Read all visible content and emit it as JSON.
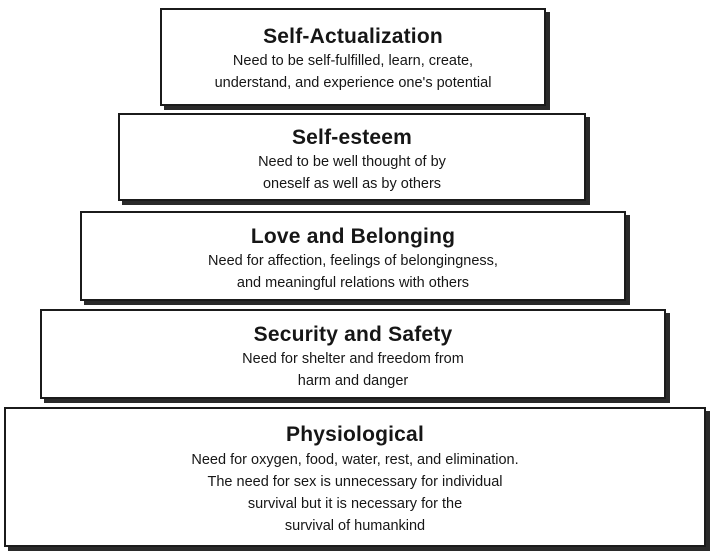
{
  "pyramid": {
    "tiers": [
      {
        "title": "Self-Actualization",
        "description": "Need to be self-fulfilled, learn, create,\nunderstand, and experience one's potential"
      },
      {
        "title": "Self-esteem",
        "description": "Need to be well thought of by\noneself as well as by others"
      },
      {
        "title": "Love and Belonging",
        "description": "Need for affection, feelings of belongingness,\nand meaningful relations with others"
      },
      {
        "title": "Security and Safety",
        "description": "Need for shelter and freedom from\nharm and danger"
      },
      {
        "title": "Physiological",
        "description": "Need for oxygen, food, water, rest, and elimination.\nThe need for sex is unnecessary for individual\nsurvival but it is necessary for the\nsurvival of humankind"
      }
    ]
  }
}
